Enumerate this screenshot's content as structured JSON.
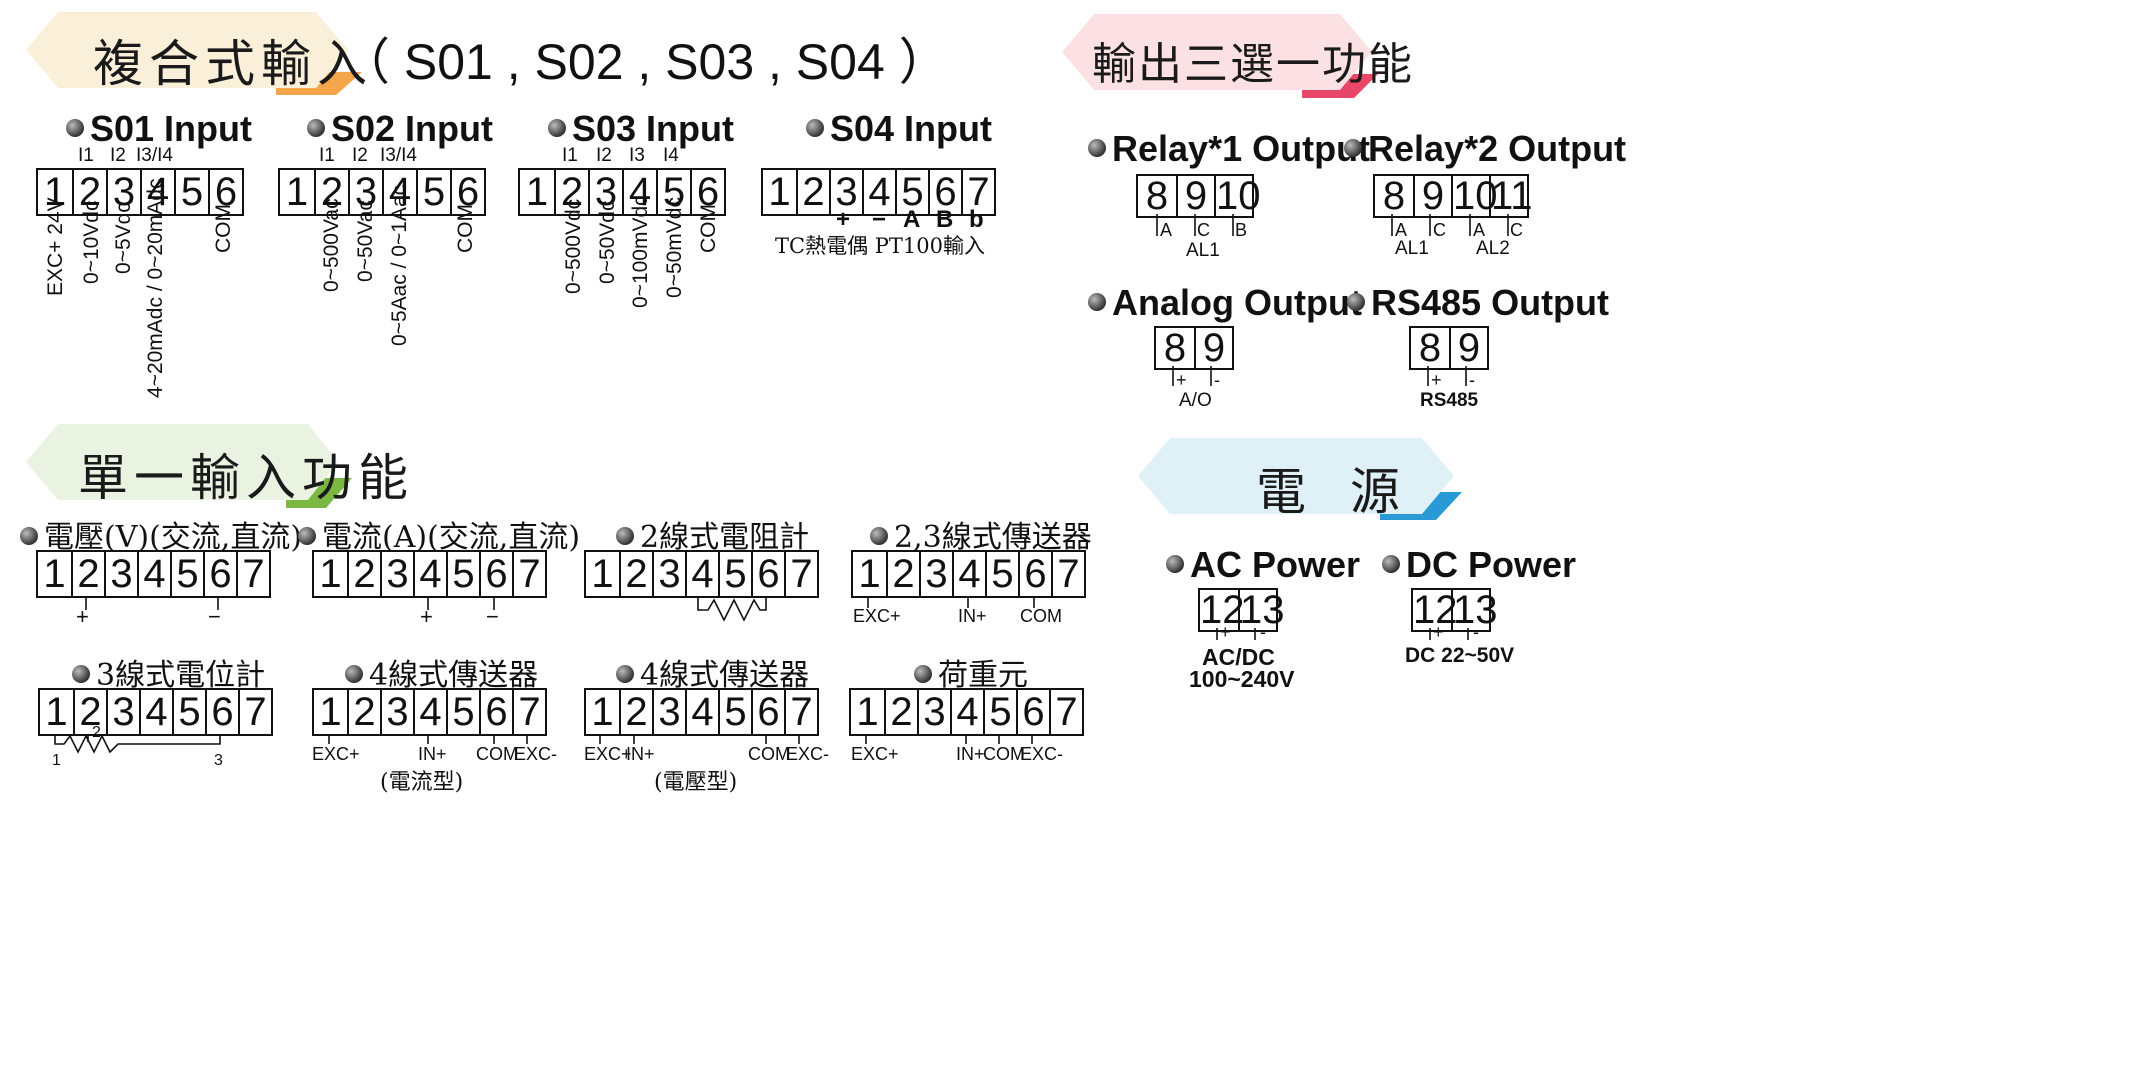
{
  "banners": {
    "composite": "複合式輸入",
    "composite_codes": "（  S01 , S02 , S03 , S04  ）",
    "output": "輸出三選一功能",
    "single": "單一輸入功能",
    "power": "電 源"
  },
  "colors": {
    "composite": "#f5a64a",
    "output": "#e8476a",
    "single": "#7ab842",
    "power": "#2a9ad6"
  },
  "inputs": {
    "s01": {
      "title": "S01 Input",
      "top": [
        "I1",
        "I2",
        "I3/I4"
      ],
      "cells": [
        "1",
        "2",
        "3",
        "4",
        "5",
        "6"
      ],
      "bottom": [
        "EXC+ 24V",
        "0~10Vdc",
        "0~5Vdc",
        "4~20mAdc / 0~20mAdc",
        "COM"
      ]
    },
    "s02": {
      "title": "S02 Input",
      "top": [
        "I1",
        "I2",
        "I3/I4"
      ],
      "cells": [
        "1",
        "2",
        "3",
        "4",
        "5",
        "6"
      ],
      "bottom": [
        "0~500Vac",
        "0~50Vac",
        "0~5Aac / 0~1Aac",
        "COM"
      ]
    },
    "s03": {
      "title": "S03 Input",
      "top": [
        "I1",
        "I2",
        "I3",
        "I4"
      ],
      "cells": [
        "1",
        "2",
        "3",
        "4",
        "5",
        "6"
      ],
      "bottom": [
        "0~500Vdc",
        "0~50Vdc",
        "0~100mVdc",
        "0~50mVdc",
        "COM"
      ]
    },
    "s04": {
      "title": "S04 Input",
      "cells": [
        "1",
        "2",
        "3",
        "4",
        "5",
        "6",
        "7"
      ],
      "marks": [
        "+",
        "−",
        "A",
        "B",
        "b"
      ],
      "note": "TC熱電偶 PT100輸入"
    }
  },
  "outputs": {
    "relay1": {
      "title": "Relay*1 Output",
      "cells": [
        "8",
        "9",
        "10"
      ],
      "pins": [
        "A",
        "C",
        "B"
      ],
      "group": "AL1"
    },
    "relay2": {
      "title": "Relay*2 Output",
      "cells": [
        "8",
        "9",
        "10",
        "11"
      ],
      "pins": [
        "A",
        "C",
        "A",
        "C"
      ],
      "groups": [
        "AL1",
        "AL2"
      ]
    },
    "analog": {
      "title": "Analog Output",
      "cells": [
        "8",
        "9"
      ],
      "pins": [
        "+",
        "-"
      ],
      "group": "A/O"
    },
    "rs485": {
      "title": "RS485 Output",
      "cells": [
        "8",
        "9"
      ],
      "pins": [
        "+",
        "-"
      ],
      "group": "RS485"
    }
  },
  "single": {
    "voltage": {
      "title": "電壓(V)(交流,直流)",
      "cells": [
        "1",
        "2",
        "3",
        "4",
        "5",
        "6",
        "7"
      ],
      "marks": [
        "+",
        "−"
      ]
    },
    "current": {
      "title": "電流(A)(交流,直流)",
      "cells": [
        "1",
        "2",
        "3",
        "4",
        "5",
        "6",
        "7"
      ],
      "marks": [
        "+",
        "−"
      ]
    },
    "rtd2": {
      "title": "2線式電阻計",
      "cells": [
        "1",
        "2",
        "3",
        "4",
        "5",
        "6",
        "7"
      ]
    },
    "tx23": {
      "title": "2,3線式傳送器",
      "cells": [
        "1",
        "2",
        "3",
        "4",
        "5",
        "6",
        "7"
      ],
      "marks": [
        "EXC+",
        "IN+",
        "COM"
      ]
    },
    "pot3": {
      "title": "3線式電位計",
      "cells": [
        "1",
        "2",
        "3",
        "4",
        "5",
        "6",
        "7"
      ],
      "marks": [
        "1",
        "2",
        "3"
      ]
    },
    "tx4a": {
      "title": "4線式傳送器",
      "cells": [
        "1",
        "2",
        "3",
        "4",
        "5",
        "6",
        "7"
      ],
      "marks": [
        "EXC+",
        "IN+",
        "COM",
        "EXC-"
      ],
      "note": "(電流型)"
    },
    "tx4v": {
      "title": "4線式傳送器",
      "cells": [
        "1",
        "2",
        "3",
        "4",
        "5",
        "6",
        "7"
      ],
      "marks": [
        "EXC+",
        "IN+",
        "COM",
        "EXC-"
      ],
      "note": "(電壓型)"
    },
    "load": {
      "title": "荷重元",
      "cells": [
        "1",
        "2",
        "3",
        "4",
        "5",
        "6",
        "7"
      ],
      "marks": [
        "EXC+",
        "IN+",
        "COM",
        "EXC-"
      ]
    }
  },
  "power": {
    "ac": {
      "title": "AC Power",
      "cells": [
        "12",
        "13"
      ],
      "pins": [
        "+",
        "-"
      ],
      "lines": [
        "AC/DC",
        "100~240V"
      ]
    },
    "dc": {
      "title": "DC Power",
      "cells": [
        "12",
        "13"
      ],
      "pins": [
        "+",
        "-"
      ],
      "lines": [
        "DC 22~50V"
      ]
    }
  }
}
